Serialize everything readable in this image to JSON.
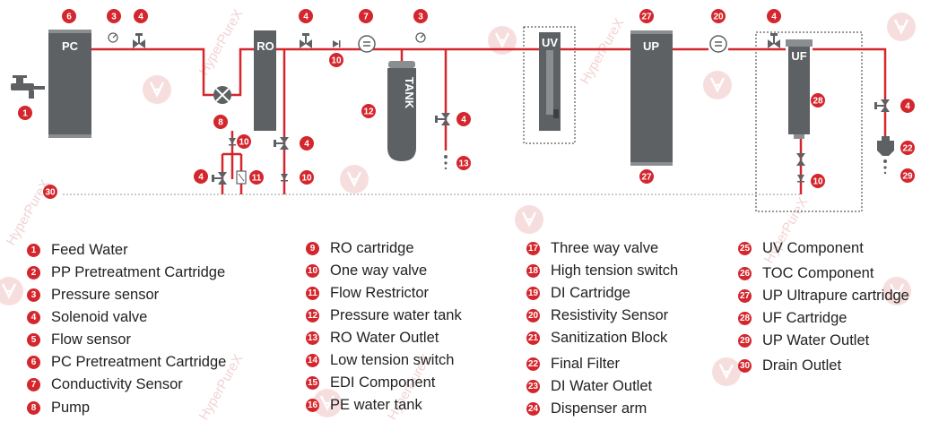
{
  "accent_color": "#d4262d",
  "component_color": "#5d6164",
  "component_labels": {
    "pc": "PC",
    "ro": "RO",
    "tank": "TANK",
    "uv": "UV",
    "up": "UP",
    "uf": "UF"
  },
  "watermark_text": "HyperPureX",
  "callouts": {
    "feed": "1",
    "pc_top": "6",
    "pressure_sensor_1": "3",
    "valve_1": "4",
    "pump": "8",
    "valve_ro_out": "4",
    "check_ro_out": "10",
    "conductivity": "7",
    "pressure_sensor_2": "3",
    "tank_num": "12",
    "tank_valve": "4",
    "ro_outlet": "13",
    "check_flush": "10",
    "flush_valve": "4",
    "flush_check_bottom": "10",
    "bypass_valve": "4",
    "restrictor": "11",
    "drain": "30",
    "up_top": "27",
    "up_bottom": "27",
    "resistivity": "20",
    "uf_valve": "4",
    "uf_num": "28",
    "uf_check": "10",
    "outlet_valve": "4",
    "final_filter": "22",
    "up_outlet": "29"
  },
  "legend": {
    "col1": [
      {
        "num": "1",
        "label": "Feed Water"
      },
      {
        "num": "2",
        "label": "PP Pretreatment Cartridge"
      },
      {
        "num": "3",
        "label": "Pressure sensor"
      },
      {
        "num": "4",
        "label": "Solenoid valve"
      },
      {
        "num": "5",
        "label": "Flow sensor"
      },
      {
        "num": "6",
        "label": "PC Pretreatment Cartridge"
      },
      {
        "num": "7",
        "label": "Conductivity Sensor"
      },
      {
        "num": "8",
        "label": "Pump"
      }
    ],
    "col2": [
      {
        "num": "9",
        "label": "RO cartridge"
      },
      {
        "num": "10",
        "label": "One way valve"
      },
      {
        "num": "11",
        "label": "Flow Restrictor"
      },
      {
        "num": "12",
        "label": "Pressure water tank"
      },
      {
        "num": "13",
        "label": "RO Water Outlet"
      },
      {
        "num": "14",
        "label": "Low tension switch"
      },
      {
        "num": "15",
        "label": "EDI Component"
      },
      {
        "num": "16",
        "label": "PE water tank"
      }
    ],
    "col3": [
      {
        "num": "17",
        "label": "Three way valve"
      },
      {
        "num": "18",
        "label": "High tension switch"
      },
      {
        "num": "19",
        "label": "DI Cartridge"
      },
      {
        "num": "20",
        "label": "Resistivity Sensor"
      },
      {
        "num": "21",
        "label": "Sanitization Block"
      },
      {
        "num": "22",
        "label": "Final Filter"
      },
      {
        "num": "23",
        "label": "DI Water Outlet"
      },
      {
        "num": "24",
        "label": "Dispenser arm"
      }
    ],
    "col4": [
      {
        "num": "25",
        "label": "UV Component"
      },
      {
        "num": "26",
        "label": "TOC Component"
      },
      {
        "num": "27",
        "label": "UP Ultrapure cartridge"
      },
      {
        "num": "28",
        "label": "UF Cartridge"
      },
      {
        "num": "29",
        "label": "UP Water Outlet"
      },
      {
        "num": "30",
        "label": "Drain Outlet"
      }
    ]
  }
}
